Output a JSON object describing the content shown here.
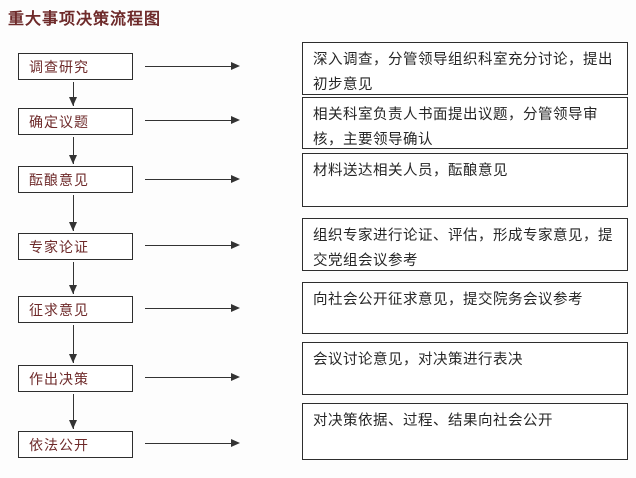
{
  "title": "重大事项决策流程图",
  "flow": {
    "steps": [
      {
        "label": "调查研究",
        "detail": "深入调查，分管领导组织科室充分讨论，提出初步意见"
      },
      {
        "label": "确定议题",
        "detail": "相关科室负责人书面提出议题，分管领导审核，主要领导确认"
      },
      {
        "label": "酝酿意见",
        "detail": "材料送达相关人员，酝酿意见"
      },
      {
        "label": "专家论证",
        "detail": "组织专家进行论证、评估，形成专家意见，提交党组会议参考"
      },
      {
        "label": "征求意见",
        "detail": "向社会公开征求意见，提交院务会议参考"
      },
      {
        "label": "作出决策",
        "detail": "会议讨论意见，对决策进行表决"
      },
      {
        "label": "依法公开",
        "detail": "对决策依据、过程、结果向社会公开"
      }
    ]
  },
  "colors": {
    "accent_text": "#6e2a2a",
    "body_text": "#262626",
    "box_border": "#2e2e2e",
    "arrow": "#333333",
    "background": "#fdfdfd"
  }
}
